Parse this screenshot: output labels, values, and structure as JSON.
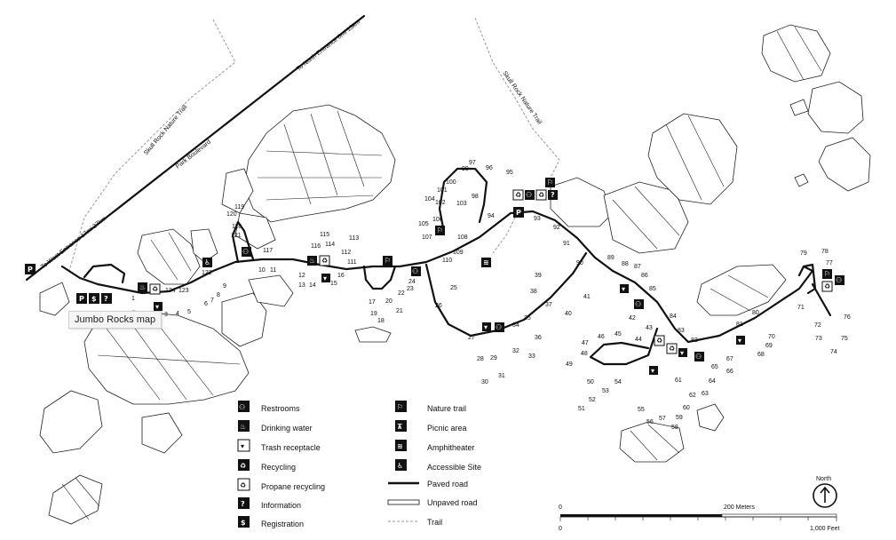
{
  "tooltip": "Jumbo Rocks map",
  "map_labels": {
    "park_boulevard": "Park Boulevard",
    "to_west": "To West Entrance 17mi 27km",
    "to_north": "To North Entrance 8mi 13km",
    "skull_trail_left": "Skull Rock Nature Trail",
    "skull_trail_right": "Skull Rock Nature Trail"
  },
  "sites": [
    "1",
    "3",
    "4",
    "5",
    "6",
    "7",
    "8",
    "9",
    "10",
    "11",
    "12",
    "13",
    "14",
    "15",
    "16",
    "17",
    "18",
    "19",
    "20",
    "21",
    "22",
    "23",
    "24",
    "25",
    "26",
    "27",
    "28",
    "29",
    "30",
    "31",
    "32",
    "33",
    "34",
    "35",
    "36",
    "37",
    "38",
    "39",
    "40",
    "41",
    "42",
    "43",
    "44",
    "45",
    "46",
    "47",
    "48",
    "49",
    "50",
    "51",
    "52",
    "53",
    "54",
    "55",
    "56",
    "57",
    "58",
    "59",
    "60",
    "61",
    "62",
    "63",
    "64",
    "65",
    "66",
    "67",
    "68",
    "69",
    "70",
    "71",
    "72",
    "73",
    "74",
    "75",
    "76",
    "77",
    "78",
    "79",
    "80",
    "81",
    "82",
    "83",
    "84",
    "85",
    "86",
    "87",
    "88",
    "89",
    "90",
    "91",
    "92",
    "93",
    "94",
    "95",
    "96",
    "97",
    "98",
    "99",
    "100",
    "101",
    "102",
    "103",
    "104",
    "105",
    "106",
    "107",
    "108",
    "109",
    "110",
    "111",
    "112",
    "113",
    "114",
    "115",
    "116",
    "117",
    "118",
    "119",
    "120",
    "121",
    "122",
    "123",
    "124"
  ],
  "legend": {
    "col1": [
      "Restrooms",
      "Drinking water",
      "Trash receptacle",
      "Recycling",
      "Propane recycling",
      "Information",
      "Registration"
    ],
    "col2": [
      "Nature trail",
      "Picnic area",
      "Amphitheater",
      "Accessible Site",
      "Paved road",
      "Unpaved road",
      "Trail"
    ]
  },
  "scale": {
    "zero_top": "0",
    "meters": "200 Meters",
    "zero_bottom": "0",
    "feet": "1,000 Feet"
  },
  "north": "North",
  "icons": {
    "restrooms": "restrooms-icon",
    "water": "drinking-water-icon",
    "trash": "trash-icon",
    "recycling": "recycling-icon",
    "propane": "propane-recycling-icon",
    "information": "information-icon",
    "registration": "registration-icon",
    "nature": "nature-trail-icon",
    "picnic": "picnic-area-icon",
    "amphitheater": "amphitheater-icon",
    "accessible": "accessible-site-icon",
    "parking": "parking-icon"
  }
}
